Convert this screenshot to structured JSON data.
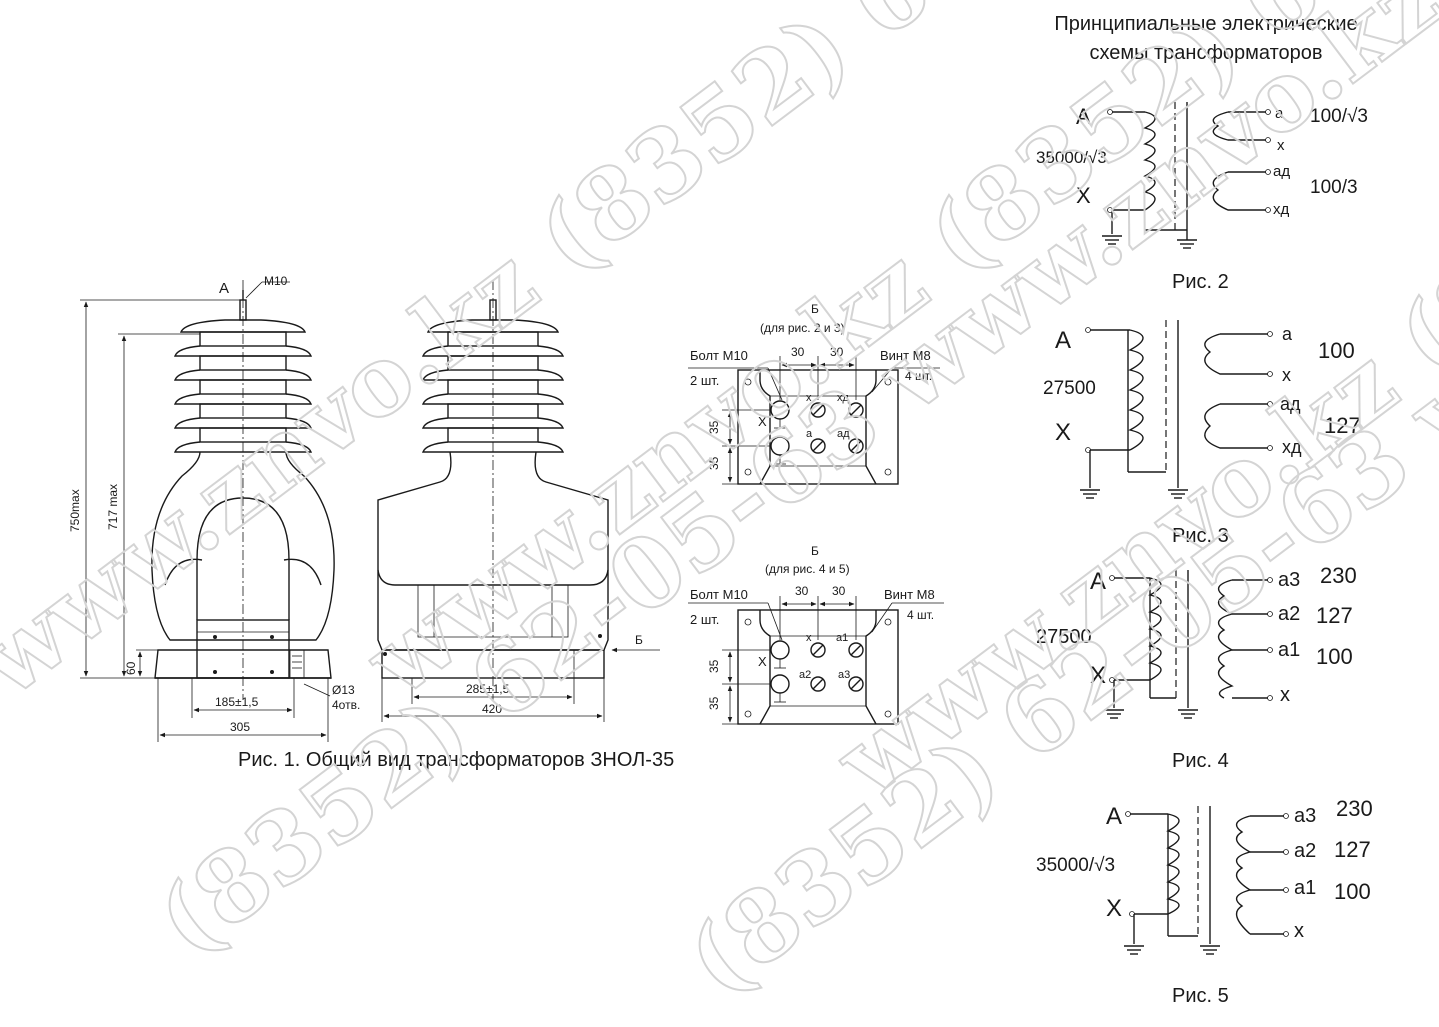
{
  "watermarks": {
    "w1": "www.znvo.kz (8352) 62-",
    "w2": "www.znvo.kz (8352) 62-05-63",
    "w3": "(8352) 62-05-63 www.znvo.kz",
    "w4": "(8352) 62-05-63 www.znvo.kz",
    "w5": "www.znvo.kz (8352) 62-05-63"
  },
  "figure1": {
    "caption": "Рис. 1. Общий вид трансформаторов ЗНОЛ-35",
    "terminal_a": "A",
    "thread": "M10",
    "dim_750": "750max",
    "dim_717": "717 max",
    "dim_60": "60",
    "dim_185": "185±1,5",
    "dim_305": "305",
    "dim_hole": "Ø13",
    "dim_holes": "4отв.",
    "dim_285": "285±1,5",
    "dim_420": "420",
    "view_arrow": "Б"
  },
  "box1": {
    "title": "Б",
    "subtitle": "(для рис. 2 и 3)",
    "bolt": "Болт М10",
    "bolt_qty": "2 шт.",
    "screw": "Винт М8",
    "screw_qty": "4 шт.",
    "d1": "30",
    "d2": "30",
    "v1": "35",
    "v2": "35",
    "lbl_X": "X",
    "lbl_x": "x",
    "lbl_xd": "xд",
    "lbl_a": "a",
    "lbl_ad": "aд"
  },
  "box2": {
    "title": "Б",
    "subtitle": "(для рис. 4 и 5)",
    "bolt": "Болт М10",
    "bolt_qty": "2 шт.",
    "screw": "Винт М8",
    "screw_qty": "4 шт.",
    "d1": "30",
    "d2": "30",
    "v1": "35",
    "v2": "35",
    "lbl_X": "X",
    "lbl_x": "x",
    "lbl_a1": "a1",
    "lbl_a2": "a2",
    "lbl_a3": "a3"
  },
  "schemes_title": {
    "line1": "Принципиальные электрические",
    "line2": "схемы трансформаторов"
  },
  "fig2": {
    "A": "A",
    "X": "X",
    "primary": "35000/√3",
    "a": "a",
    "x": "x",
    "ad": "aд",
    "xd": "xд",
    "v1": "100/√3",
    "v2": "100/3",
    "caption": "Рис. 2"
  },
  "fig3": {
    "A": "A",
    "X": "X",
    "primary": "27500",
    "a": "a",
    "x": "x",
    "ad": "aд",
    "xd": "xд",
    "v1": "100",
    "v2": "127",
    "caption": "Рис. 3"
  },
  "fig4": {
    "A": "A",
    "X": "X",
    "primary": "27500",
    "a3": "a3",
    "a2": "a2",
    "a1": "a1",
    "x": "x",
    "v3": "230",
    "v2": "127",
    "v1": "100",
    "caption": "Рис. 4"
  },
  "fig5": {
    "A": "A",
    "X": "X",
    "primary": "35000/√3",
    "a3": "a3",
    "a2": "a2",
    "a1": "a1",
    "x": "x",
    "v3": "230",
    "v2": "127",
    "v1": "100",
    "caption": "Рис. 5"
  }
}
